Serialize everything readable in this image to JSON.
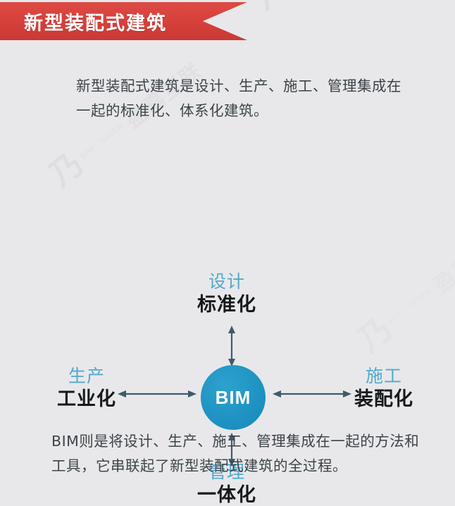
{
  "banner": {
    "title": "新型装配式建筑",
    "color": "#d9453f"
  },
  "intro": {
    "text": "新型装配式建筑是设计、生产、施工、管理集成在一起的标准化、体系化建筑。"
  },
  "diagram": {
    "center": {
      "label": "BIM",
      "color": "#1e94c4"
    },
    "title_color": "#53a9cb",
    "sub_color": "#15191c",
    "arrow_color": "#3f5a6b",
    "nodes": [
      {
        "position": "top",
        "title": "设计",
        "sub": "标准化"
      },
      {
        "position": "left",
        "title": "生产",
        "sub": "工业化"
      },
      {
        "position": "right",
        "title": "施工",
        "sub": "装配化"
      },
      {
        "position": "bottom",
        "title": "管理",
        "sub": "一体化"
      }
    ]
  },
  "outro": {
    "text": "BIM则是将设计、生产、施工、管理集成在一起的方法和工具，它串联起了新型装配式建筑的全过程。"
  },
  "watermark": {
    "logo": "乃",
    "sub": "BIM · INNER",
    "text": "盈嘉互联"
  }
}
